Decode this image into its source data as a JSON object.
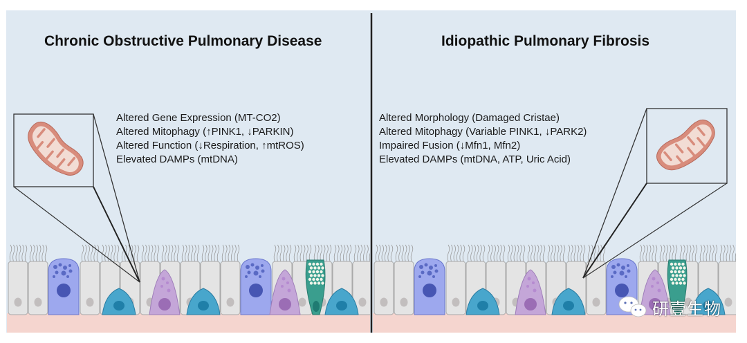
{
  "figure": {
    "colors": {
      "panel_bg": "#dfe9f2",
      "divider": "#222222",
      "basement": "#f5d5cf",
      "ciliated_cell": "#e4e4e4",
      "ciliated_nucleus": "#c2bebe",
      "goblet_like_cell": "#9da8ee",
      "goblet_like_nucleus": "#4756b3",
      "basal_cell": "#48a6cc",
      "basal_nucleus": "#1f7fa8",
      "club_cell": "#c4a6d8",
      "club_nucleus": "#9b6db5",
      "mucous_cell": "#3a9e8e",
      "tan_cell": "#e3d3c9",
      "mitochondrion_outer": "#d88c7c",
      "mitochondrion_inner": "#f2dcd4"
    }
  },
  "panels": [
    {
      "title": "Chronic Obstructive Pulmonary Disease",
      "findings": [
        "Altered Gene Expression (MT-CO2)",
        "Altered Mitophagy (↑PINK1, ↓PARKIN)",
        "Altered Function (↓Respiration, ↑mtROS)",
        "Elevated DAMPs (mtDNA)"
      ],
      "inset": "mitochondrion-icon"
    },
    {
      "title": "Idiopathic Pulmonary Fibrosis",
      "findings": [
        "Altered Morphology (Damaged Cristae)",
        "Altered Mitophagy (Variable PINK1, ↓PARK2)",
        "Impaired Fusion (↓Mfn1, Mfn2)",
        "Elevated DAMPs (mtDNA, ATP, Uric Acid)"
      ],
      "inset": "mitochondrion-icon"
    }
  ],
  "watermark": {
    "icon": "wechat-icon",
    "text": "研壹生物"
  }
}
